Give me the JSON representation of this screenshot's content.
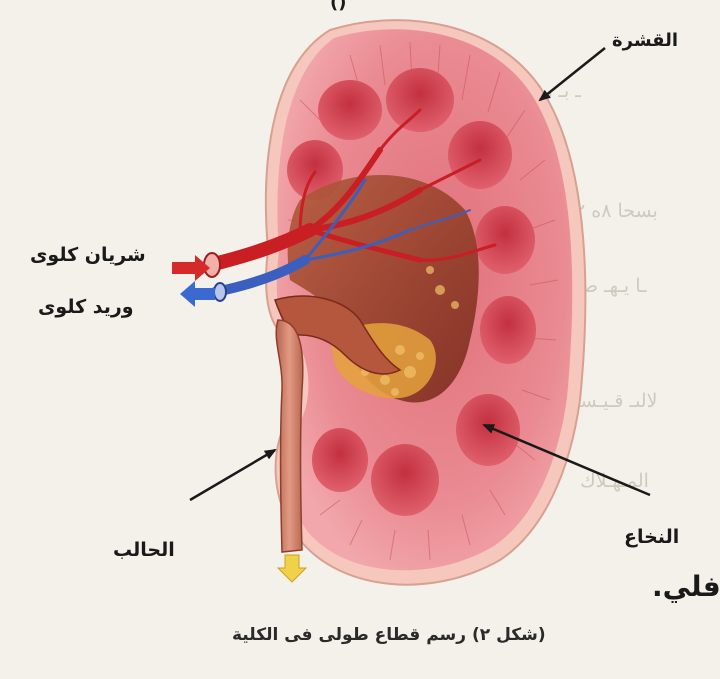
{
  "labels": {
    "cortex": "القشرة",
    "renal_artery": "شريان كلوى",
    "renal_vein": "وريد كلوى",
    "ureter": "الحالب",
    "medulla": "النخاع"
  },
  "caption": "(شكل ٢) رسم قطاع طولى فى الكلية",
  "overflow_text": "فلي.",
  "top_fragment": "()",
  "colors": {
    "background": "#f4f1ea",
    "cortex": "#e8838a",
    "pyramid": "#d94b57",
    "sinus": "#a4442f",
    "pelvis_fat": "#e5a23c",
    "artery": "#c81e24",
    "vein": "#3b5fbf",
    "arrow_down": "#f2d14a"
  }
}
